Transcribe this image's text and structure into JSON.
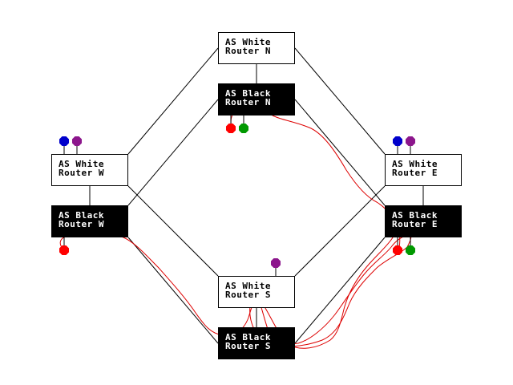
{
  "colors": {
    "background": "#ffffff",
    "white_router_fill": "#ffffff",
    "black_router_fill": "#000000",
    "link": "#000000",
    "trace": "#dd0000",
    "pin_red": "#ff0000",
    "pin_green": "#009900",
    "pin_blue": "#0000cc",
    "pin_purple": "#8c168c"
  },
  "routers": {
    "white_n": {
      "line1": "AS White",
      "line2": "Router N"
    },
    "black_n": {
      "line1": "AS Black",
      "line2": "Router N"
    },
    "white_w": {
      "line1": "AS White",
      "line2": "Router W"
    },
    "black_w": {
      "line1": "AS Black",
      "line2": "Router W"
    },
    "white_e": {
      "line1": "AS White",
      "line2": "Router E"
    },
    "black_e": {
      "line1": "AS Black",
      "line2": "Router E"
    },
    "white_s": {
      "line1": "AS White",
      "line2": "Router S"
    },
    "black_s": {
      "line1": "AS Black",
      "line2": "Router S"
    }
  },
  "pins": {
    "white_w": [
      "blue",
      "purple"
    ],
    "white_e": [
      "blue",
      "purple"
    ],
    "white_s": [
      "purple"
    ],
    "black_n": [
      "red",
      "green"
    ],
    "black_w": [
      "red"
    ],
    "black_e": [
      "red",
      "green"
    ]
  }
}
